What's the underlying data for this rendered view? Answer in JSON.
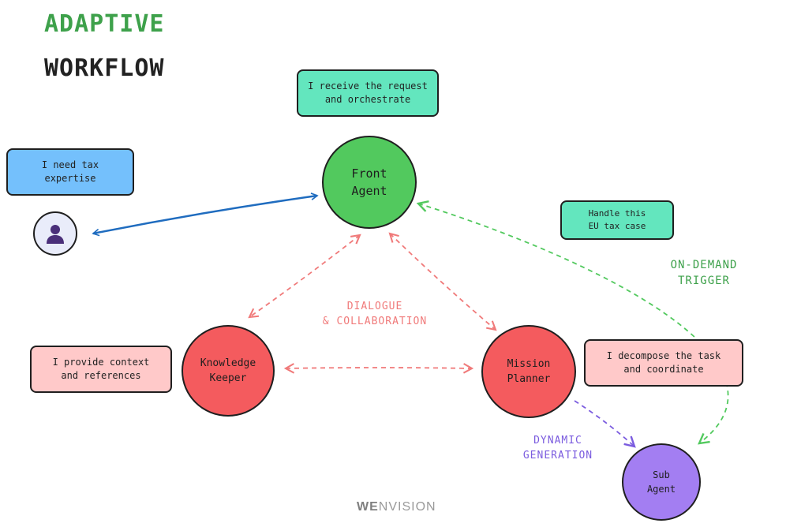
{
  "title": {
    "line1": "ADAPTIVE",
    "line2": "WORKFLOW"
  },
  "notes": {
    "front_agent": "I receive the request\nand orchestrate",
    "user": "I need tax\nexpertise",
    "task": "Handle this\nEU tax case",
    "knowledge": "I provide context\nand references",
    "planner": "I decompose the task\nand coordinate"
  },
  "nodes": {
    "front_agent": "Front\nAgent",
    "knowledge_keeper": "Knowledge\nKeeper",
    "mission_planner": "Mission\nPlanner",
    "sub_agent": "Sub\nAgent"
  },
  "labels": {
    "collaboration": "DIALOGUE\n& COLLABORATION",
    "on_demand": "ON-DEMAND\nTRIGGER",
    "dynamic": "DYNAMIC\nGENERATION"
  },
  "brand": {
    "prefix": "WE",
    "suffix": "NVISION"
  },
  "icons": {
    "user": "user-avatar-icon"
  },
  "colors": {
    "front_agent": "#52c95e",
    "knowledge_keeper": "#f45b5e",
    "mission_planner": "#f45b5e",
    "sub_agent": "#a37ef2",
    "note_teal": "#63e6be",
    "note_blue": "#74c0fc",
    "note_pink": "#ffc9c9",
    "link_user": "#1f6cbf",
    "link_collab": "#f07a7a",
    "link_trigger": "#52c95e",
    "link_dynamic": "#7b5cdf"
  }
}
